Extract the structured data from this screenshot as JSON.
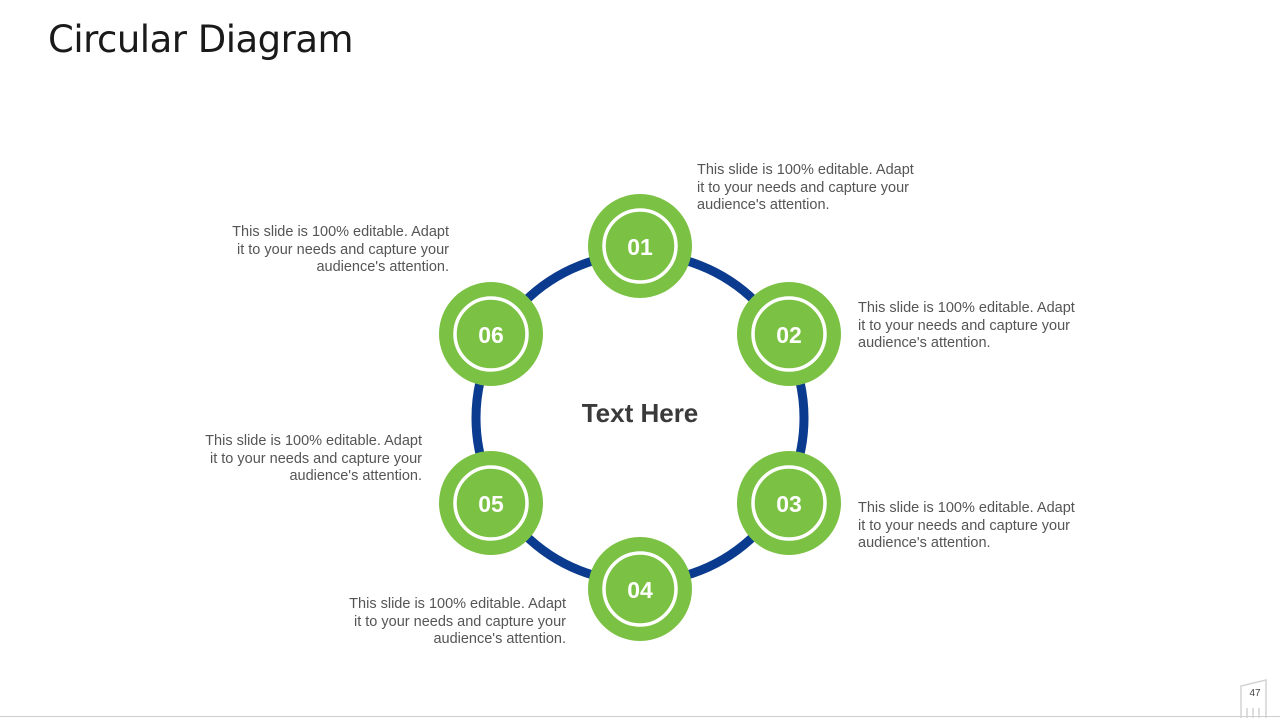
{
  "slide": {
    "title": "Circular Diagram",
    "center_label": "Text Here",
    "page_number": "47"
  },
  "colors": {
    "ring": "#0b3b8f",
    "node_fill": "#7bc143",
    "node_inner_ring": "#ffffff",
    "node_text": "#ffffff",
    "body_text": "#555555"
  },
  "nodes": [
    {
      "label": "01",
      "description": "This slide is 100% editable. Adapt it to your needs and capture your audience's attention."
    },
    {
      "label": "02",
      "description": "This slide is 100% editable. Adapt it to your needs and capture your audience's attention."
    },
    {
      "label": "03",
      "description": "This slide is 100% editable. Adapt it to your needs and capture your audience's attention."
    },
    {
      "label": "04",
      "description": "This slide is 100% editable. Adapt it to your needs and capture your audience's attention."
    },
    {
      "label": "05",
      "description": "This slide is 100% editable. Adapt it to your needs and capture your audience's attention."
    },
    {
      "label": "06",
      "description": "This slide is 100% editable. Adapt it to your needs and capture your audience's attention."
    }
  ]
}
